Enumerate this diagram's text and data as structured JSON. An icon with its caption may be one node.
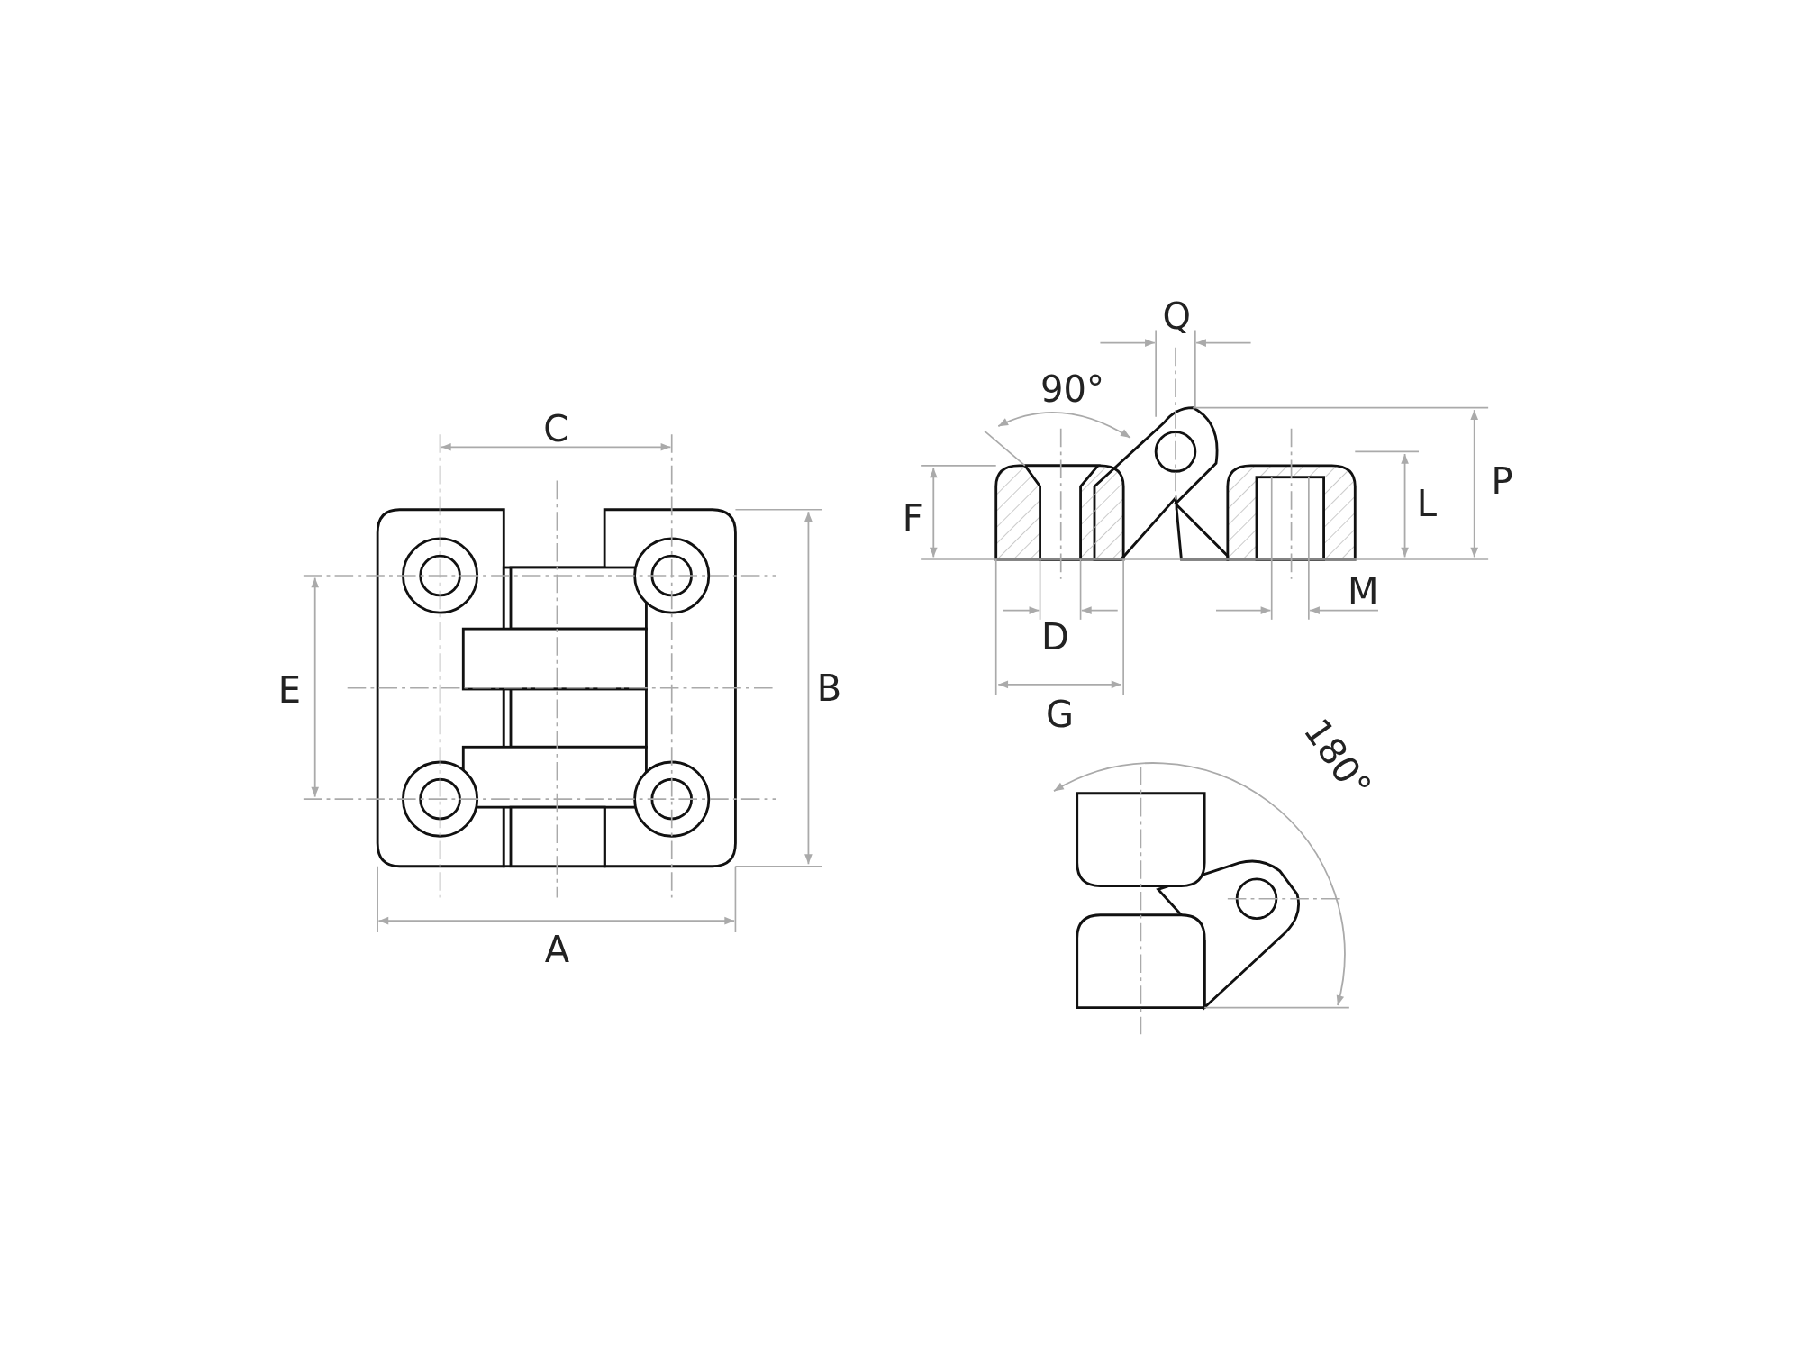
{
  "diagram": {
    "labels": [
      "Q",
      "90°",
      "C",
      "P",
      "L",
      "F",
      "M",
      "D",
      "E",
      "B",
      "G",
      "180°",
      "A"
    ]
  }
}
